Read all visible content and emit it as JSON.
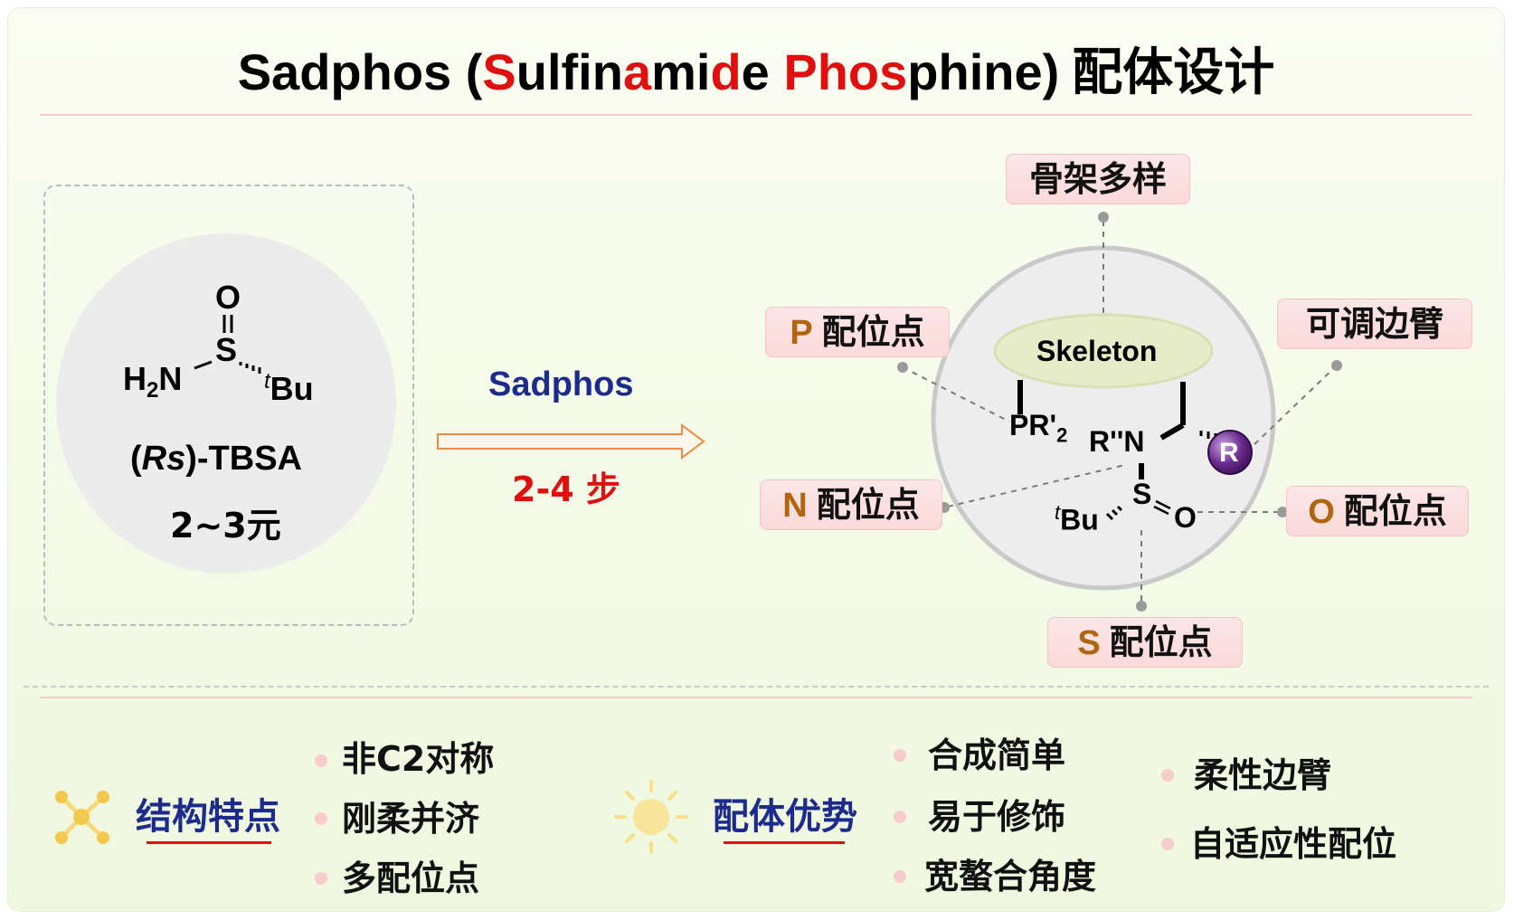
{
  "title": {
    "segments": [
      {
        "text": "Sadphos (",
        "highlight": false
      },
      {
        "text": "S",
        "highlight": true
      },
      {
        "text": "ulfin",
        "highlight": false
      },
      {
        "text": "a",
        "highlight": true
      },
      {
        "text": "mi",
        "highlight": false
      },
      {
        "text": "d",
        "highlight": true
      },
      {
        "text": "e ",
        "highlight": false
      },
      {
        "text": "Phos",
        "highlight": true
      },
      {
        "text": "phine",
        "highlight": false
      },
      {
        "text": ")",
        "highlight": false
      }
    ],
    "chinese": "配体设计"
  },
  "reagent": {
    "name_prefix": "(",
    "name_italic": "Rs",
    "name_suffix": ")-TBSA",
    "cost": "2~3元",
    "atoms": {
      "O": "O",
      "S": "S",
      "H": "H",
      "H_sub": "2",
      "N": "N",
      "t": "t",
      "Bu": "Bu"
    }
  },
  "arrow": {
    "label": "Sadphos",
    "steps": "2-4 步"
  },
  "ligand": {
    "skeleton": "Skeleton",
    "P_group": "PR'",
    "P_sub": "2",
    "N_group": "R''N",
    "R": "R",
    "S": "S",
    "O": "O",
    "t": "t",
    "Bu": "Bu"
  },
  "tags": {
    "skeleton_diverse": "骨架多样",
    "P_atom": "P",
    "N_atom": "N",
    "O_atom": "O",
    "S_atom": "S",
    "site_text": "配位点",
    "adjustable_arm": "可调边臂"
  },
  "features": {
    "title": "结构特点",
    "items": [
      "非C2对称",
      "刚柔并济",
      "多配位点"
    ]
  },
  "advantages": {
    "title": "配体优势",
    "items_col1": [
      "合成简单",
      "易于修饰",
      "宽螯合角度"
    ],
    "items_col2": [
      "柔性边臂",
      "自适应性配位"
    ]
  },
  "colors": {
    "highlight_red": "#e01010",
    "navy": "#1c2b8c",
    "atom_brown": "#b0650f",
    "tag_pink": "#fbd9d9",
    "r_ball_purple": "#6a2a8e",
    "skeleton_ellipse": "#e6ebc8",
    "icon_yellow": "#f7e08a"
  },
  "icons": {
    "features_icon": "molecule-icon",
    "advantages_icon": "sun-icon"
  }
}
